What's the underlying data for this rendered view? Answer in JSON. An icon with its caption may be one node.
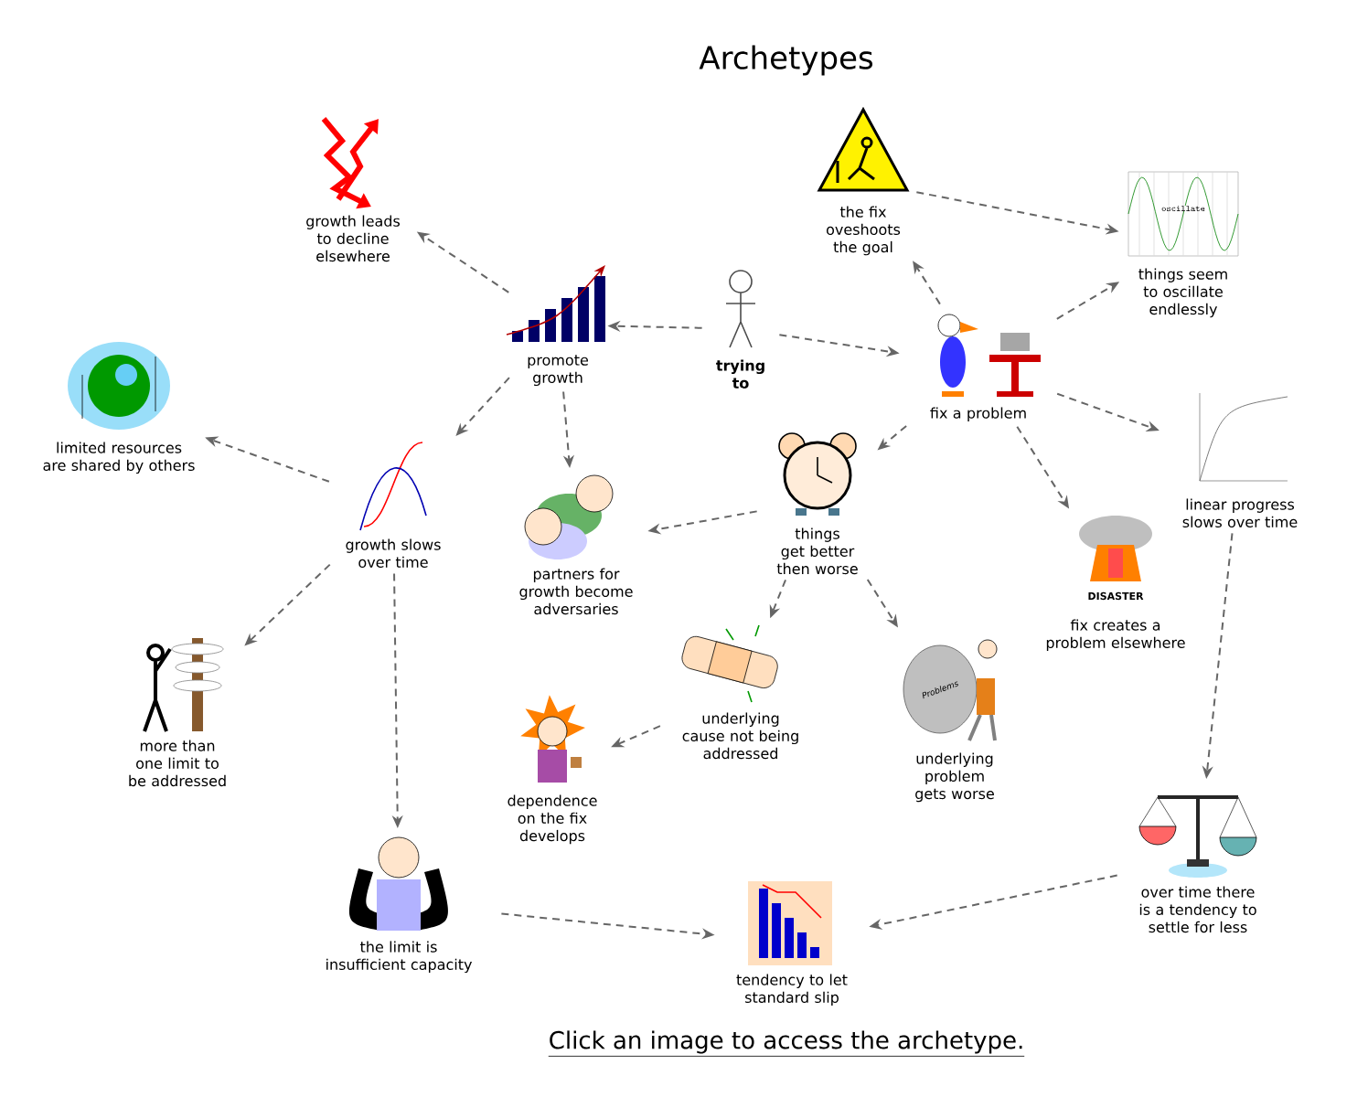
{
  "diagram": {
    "title": "Archetypes",
    "caption": "Click an image to access the archetype.",
    "nodes": [
      {
        "text": [
          "trying to"
        ]
      },
      {
        "text": [
          "promote growth"
        ]
      },
      {
        "text": [
          "growth leads to decline elsewhere"
        ]
      },
      {
        "text": [
          "limited resources are shared by others"
        ]
      },
      {
        "text": [
          "growth slows over time"
        ]
      },
      {
        "text": [
          "more than one limit to be addressed"
        ]
      },
      {
        "text": [
          "the limit is insufficient capacity"
        ]
      },
      {
        "text": [
          "partners for growth become adversaries"
        ]
      },
      {
        "text": [
          "the fix oveshoots the goal"
        ]
      },
      {
        "text": [
          "oscillate",
          "things seem to oscillate endlessly"
        ]
      },
      {
        "text": [
          "fix a problem"
        ]
      },
      {
        "text": [
          "things get better then worse"
        ]
      },
      {
        "text": [
          "linear progress slows over time"
        ]
      },
      {
        "text": [
          "DISASTER",
          "fix creates a problem elsewhere"
        ]
      },
      {
        "text": [
          "underlying cause not being addressed"
        ]
      },
      {
        "text": [
          "dependence on the fix develops"
        ]
      },
      {
        "text": [
          "Problems",
          "underlying problem gets worse"
        ]
      },
      {
        "text": [
          "over time there is a tendency to settle for less"
        ]
      },
      {
        "text": [
          "tendency to let standard slip"
        ]
      }
    ],
    "edges": [
      {
        "from": 0,
        "to": 1,
        "arrow": "to"
      },
      {
        "from": 0,
        "to": 10,
        "arrow": "to"
      },
      {
        "from": 1,
        "to": 2,
        "arrow": "to"
      },
      {
        "from": 1,
        "to": 4,
        "arrow": "to"
      },
      {
        "from": 1,
        "to": 7,
        "arrow": "to"
      },
      {
        "from": 4,
        "to": 3,
        "arrow": "to"
      },
      {
        "from": 4,
        "to": 5,
        "arrow": "to"
      },
      {
        "from": 4,
        "to": 6,
        "arrow": "to"
      },
      {
        "from": 6,
        "to": 18,
        "arrow": "to"
      },
      {
        "from": 10,
        "to": 8,
        "arrow": "to"
      },
      {
        "from": 8,
        "to": 9,
        "arrow": "to"
      },
      {
        "from": 10,
        "to": 9,
        "arrow": "to"
      },
      {
        "from": 10,
        "to": 11,
        "arrow": "to"
      },
      {
        "from": 10,
        "to": 12,
        "arrow": "to"
      },
      {
        "from": 10,
        "to": 13,
        "arrow": "to"
      },
      {
        "from": 11,
        "to": 7,
        "arrow": "to"
      },
      {
        "from": 11,
        "to": 14,
        "arrow": "to"
      },
      {
        "from": 11,
        "to": 16,
        "arrow": "to"
      },
      {
        "from": 14,
        "to": 15,
        "arrow": "to"
      },
      {
        "from": 12,
        "to": 17,
        "arrow": "to"
      },
      {
        "from": 17,
        "to": 18,
        "arrow": "to"
      }
    ]
  }
}
